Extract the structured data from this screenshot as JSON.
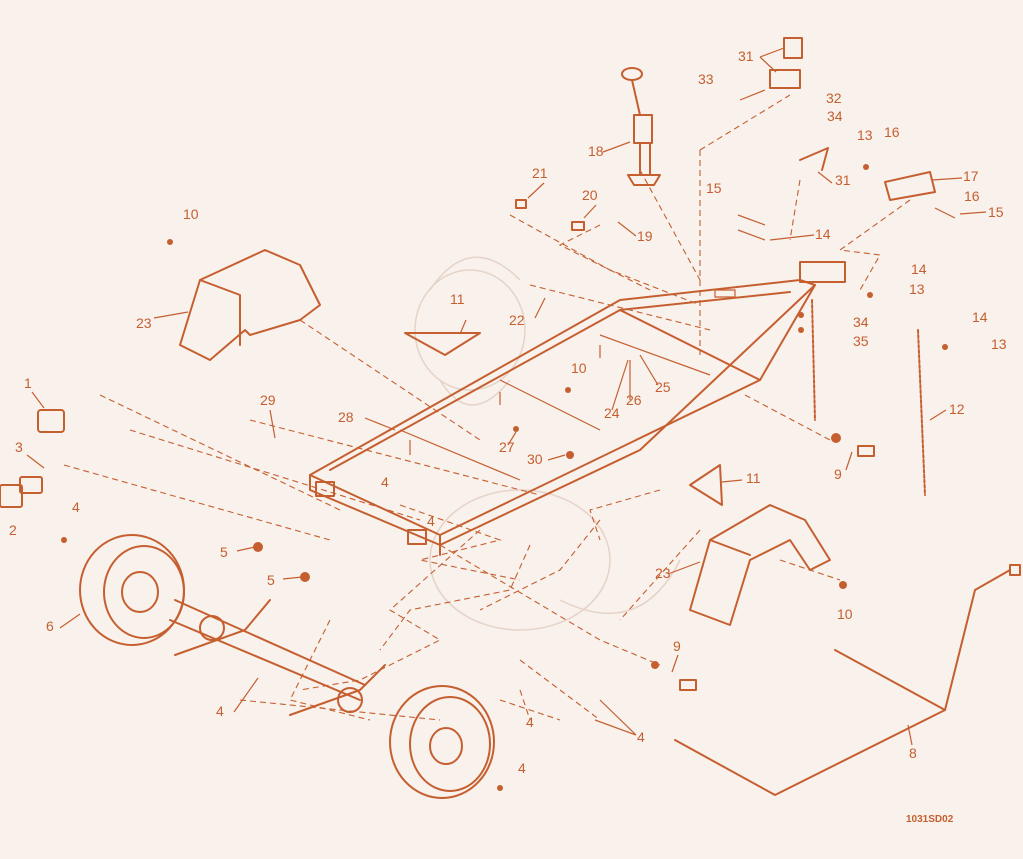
{
  "colors": {
    "ink": "#c65f30",
    "paper": "#f8f1ec"
  },
  "drawing_code": "1031SD02",
  "callouts": [
    "1",
    "2",
    "3",
    "4",
    "5",
    "6",
    "8",
    "9",
    "10",
    "11",
    "12",
    "13",
    "14",
    "15",
    "16",
    "17",
    "18",
    "19",
    "20",
    "21",
    "22",
    "23",
    "24",
    "25",
    "26",
    "27",
    "28",
    "29",
    "30",
    "31",
    "32",
    "33",
    "34",
    "35"
  ]
}
